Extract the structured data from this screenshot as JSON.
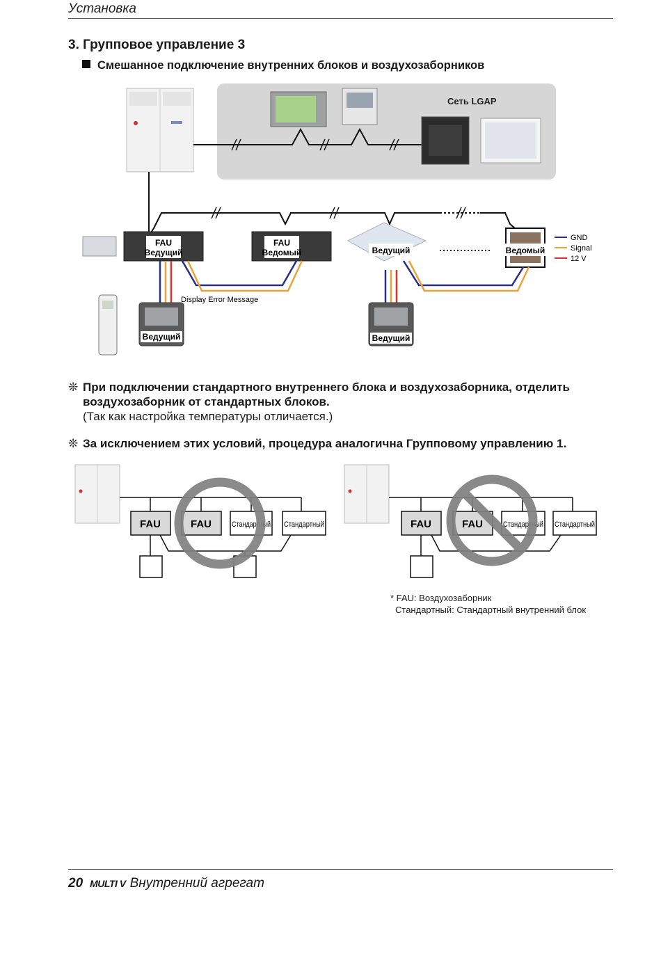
{
  "header": {
    "title": "Установка"
  },
  "section": {
    "title": "3. Групповое управление 3",
    "subtitle": "Смешанное подключение внутренних блоков и воздухозаборников"
  },
  "diagram": {
    "network_label": "Сеть LGAP",
    "units": {
      "fau1_type": "FAU",
      "fau1_role": "Ведущий",
      "fau2_type": "FAU",
      "fau2_role": "Ведомый",
      "cassette_role": "Ведущий",
      "panel_role": "Ведомый",
      "controller1_role": "Ведущий",
      "controller2_role": "Ведущий"
    },
    "display_error": "Display Error Message",
    "legend": [
      {
        "label": "GND",
        "color": "#2b2f87"
      },
      {
        "label": "Signal",
        "color": "#e8a43a"
      },
      {
        "label": "12 V",
        "color": "#d9342b"
      }
    ]
  },
  "notes": [
    {
      "symbol": "❊",
      "bold": "При подключении стандартного внутреннего блока и воздухозаборника, отделить воздухозаборник от стандартных блоков.",
      "normal": "(Так как настройка температуры отличается.)"
    },
    {
      "symbol": "❊",
      "bold": "За исключением этих условий, процедура аналогична Групповому управлению 1.",
      "normal": ""
    }
  ],
  "examples": {
    "ok": [
      "FAU",
      "FAU",
      "Стандартный",
      "Стандартный"
    ],
    "bad": [
      "FAU",
      "FAU",
      "Стандартный",
      "Стандартный"
    ]
  },
  "legend_notes": {
    "line1": "* FAU: Воздухозаборник",
    "line2": "Стандартный: Стандартный внутренний блок"
  },
  "footer": {
    "page": "20",
    "brand": "MULTI V",
    "doc": "Внутренний агрегат"
  }
}
